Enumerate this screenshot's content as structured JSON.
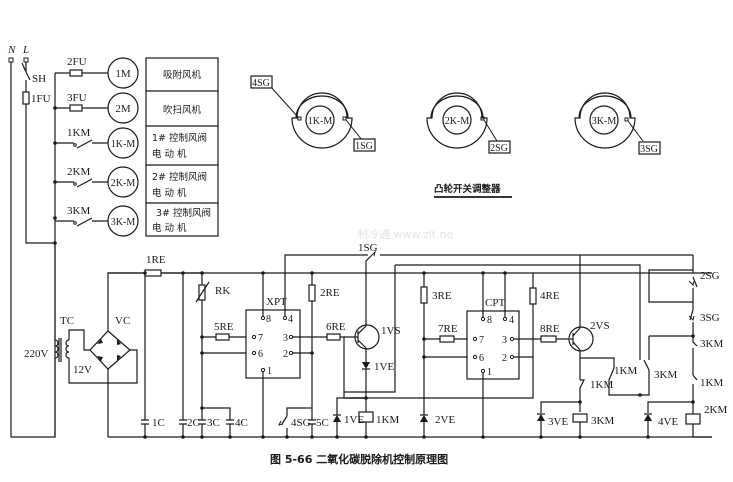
{
  "figure": {
    "caption": "图 5-66   二氧化碳脱除机控制原理图",
    "watermark": "制冷通 www.zlt.ne"
  },
  "power": {
    "neutral": "N",
    "live": "L",
    "switch": "SH",
    "fuse": "1FU",
    "transformer": "TC",
    "primary_voltage": "220V",
    "secondary_voltage": "12V",
    "rectifier": "VC"
  },
  "motors": [
    {
      "device": "2FU",
      "motor": "1M",
      "desc_line1": "吸附风机",
      "desc_line2": ""
    },
    {
      "device": "3FU",
      "motor": "2M",
      "desc_line1": "吹扫风机",
      "desc_line2": ""
    },
    {
      "device": "1KM",
      "motor": "1K-M",
      "desc_line1": "1# 控制风阀",
      "desc_line2": "电  动  机"
    },
    {
      "device": "2KM",
      "motor": "2K-M",
      "desc_line1": "2# 控制风阀",
      "desc_line2": "电  动  机"
    },
    {
      "device": "3KM",
      "motor": "3K-M",
      "desc_line1": "3# 控制风阀",
      "desc_line2": "电  动  机"
    }
  ],
  "cams": {
    "title": "凸轮开关调整器",
    "units": [
      {
        "motor": "1K-M",
        "switches": [
          "4SG",
          "1SG"
        ]
      },
      {
        "motor": "2K-M",
        "switches": [
          "2SG"
        ]
      },
      {
        "motor": "3K-M",
        "switches": [
          "3SG"
        ]
      }
    ]
  },
  "control": {
    "r1": "1RE",
    "rk": "RK",
    "r5": "5RE",
    "r2": "2RE",
    "r6": "6RE",
    "r3": "3RE",
    "r7": "7RE",
    "r4": "4RE",
    "r8": "8RE",
    "timer1": "XPT",
    "timer2": "CPT",
    "pins": {
      "p8": "8",
      "p4": "4",
      "p7": "7",
      "p3": "3",
      "p6": "6",
      "p2": "2",
      "p1": "1"
    },
    "t1": "1VS",
    "t2": "2VS",
    "d1": "1VE",
    "d1b": "1VE",
    "d2": "2VE",
    "d3": "3VE",
    "d4": "4VE",
    "c1": "1C",
    "c2": "2C",
    "c3": "3C",
    "c4": "4C",
    "c5": "5C",
    "sw4sg": "4SG",
    "sw1sg": "1SG",
    "sw2sg": "2SG",
    "sw3sg": "3SG",
    "coil1km": "1KM",
    "coil3km": "3KM",
    "coil2km": "2KM",
    "nc1km_a": "1KM",
    "no1km": "1KM",
    "no3km": "3KM",
    "nc3km": "3KM",
    "nc1km_b": "1KM"
  }
}
